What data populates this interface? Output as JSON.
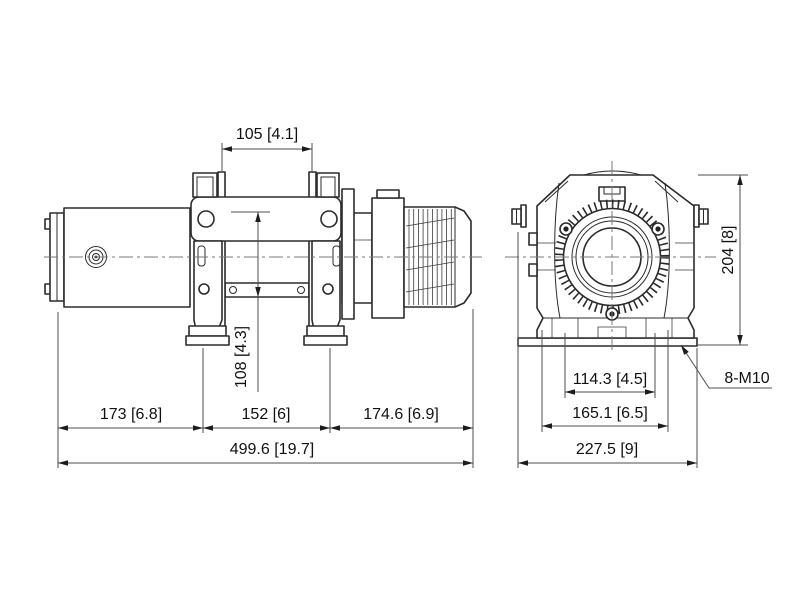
{
  "colors": {
    "background": "#ffffff",
    "outline": "#2b2b2b",
    "dimension_lines": "#4d4d4d",
    "text": "#111111"
  },
  "side_view": {
    "dim_top_clamp": "105 [4.1]",
    "dim_center_height": "108 [4.3]",
    "dim_motor_section": "173 [6.8]",
    "dim_drum_section": "152 [6]",
    "dim_gear_section": "174.6 [6.9]",
    "dim_overall_length": "499.6 [19.7]"
  },
  "end_view": {
    "dim_height": "204 [8]",
    "dim_bolt_pattern_width": "114.3 [4.5]",
    "dim_mount_width": "165.1 [6.5]",
    "dim_overall_width": "227.5 [9]",
    "callout_mounting_thread": "8-M10"
  }
}
